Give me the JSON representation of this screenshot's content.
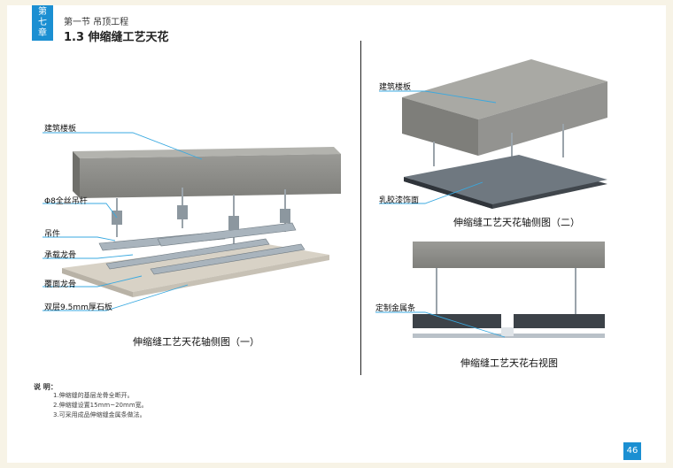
{
  "chapter": {
    "line1": "第",
    "line2": "七",
    "line3": "章"
  },
  "section": "第一节 吊顶工程",
  "heading": "1.3 伸缩缝工艺天花",
  "figure1": {
    "labels": [
      "建筑楼板",
      "Φ8全丝吊杆",
      "吊件",
      "承载龙骨",
      "覆面龙骨",
      "双层9.5mm厚石板"
    ],
    "caption": "伸缩缝工艺天花轴侧图（一）"
  },
  "figure2": {
    "labels": [
      "建筑楼板",
      "乳胶漆饰面"
    ],
    "caption": "伸缩缝工艺天花轴侧图（二）"
  },
  "figure3": {
    "labels": [
      "定制金属条"
    ],
    "caption": "伸缩缝工艺天花右视图"
  },
  "notes": {
    "title": "说  明：",
    "items": [
      "1.伸缩缝的基层龙骨全断开。",
      "2.伸缩缝设置15mm~20mm宽。",
      "3.可采用成品伸缩缝金属条做法。"
    ]
  },
  "page_number": "46",
  "colors": {
    "accent": "#1b8fd2",
    "concrete": "#8c8c88",
    "metal": "#a9b4bd",
    "callout_line": "#39a9e0"
  }
}
